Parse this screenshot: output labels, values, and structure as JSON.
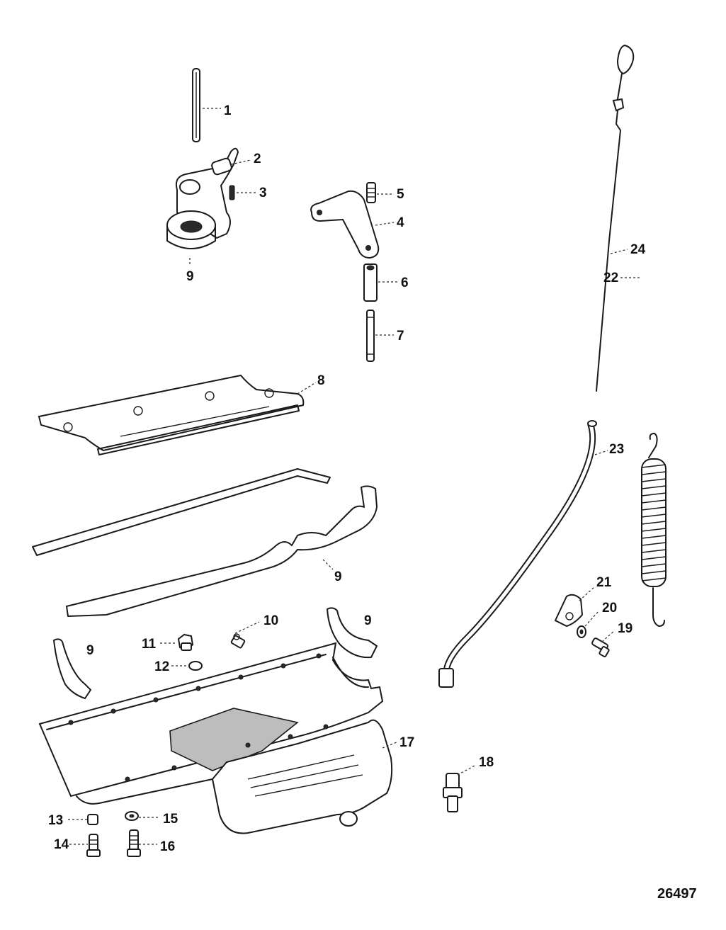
{
  "figure_number": "26497",
  "callouts": {
    "c1": "1",
    "c2": "2",
    "c3": "3",
    "c4": "4",
    "c5": "5",
    "c6": "6",
    "c7": "7",
    "c8": "8",
    "c9a": "9",
    "c9b": "9",
    "c9c": "9",
    "c9d": "9",
    "c10": "10",
    "c11": "11",
    "c12": "12",
    "c13": "13",
    "c14": "14",
    "c15": "15",
    "c16": "16",
    "c17": "17",
    "c18": "18",
    "c19": "19",
    "c20": "20",
    "c21": "21",
    "c22": "22",
    "c23": "23",
    "c24": "24"
  }
}
